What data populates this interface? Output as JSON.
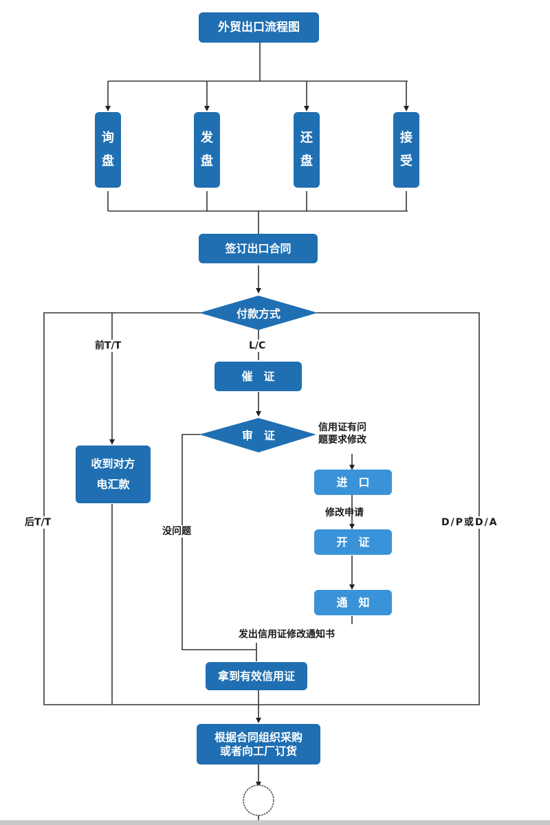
{
  "title": "外贸出口流程图",
  "colors": {
    "primary": "#1f6fb2",
    "secondary": "#3a93d8",
    "line": "#333333",
    "text": "#1a1a1a"
  },
  "nodes": {
    "start": "外贸出口流程图",
    "inquiry": [
      "询",
      "盘"
    ],
    "offer": [
      "发",
      "盘"
    ],
    "counter_offer": [
      "还",
      "盘"
    ],
    "acceptance": [
      "接",
      "受"
    ],
    "sign_contract": "签订出口合同",
    "payment_method": "付款方式",
    "urge_lc": "催　证",
    "review_lc": "审　证",
    "receive_tt": [
      "收到对方",
      "电汇款"
    ],
    "importer": "进　口",
    "open_lc": "开　证",
    "notify": "通　知",
    "valid_lc": "拿到有效信用证",
    "procure": [
      "根据合同组织采购",
      "或者向工厂订货"
    ]
  },
  "edge_labels": {
    "pre_tt": "前T/T",
    "post_tt": "后T/T",
    "lc": "L/C",
    "dp_da": "D/P或D/A",
    "lc_problem": [
      "信用证有问",
      "题要求修改"
    ],
    "amend_request": "修改申请",
    "no_problem": "没问题",
    "amend_notice": "发出信用证修改通知书"
  }
}
